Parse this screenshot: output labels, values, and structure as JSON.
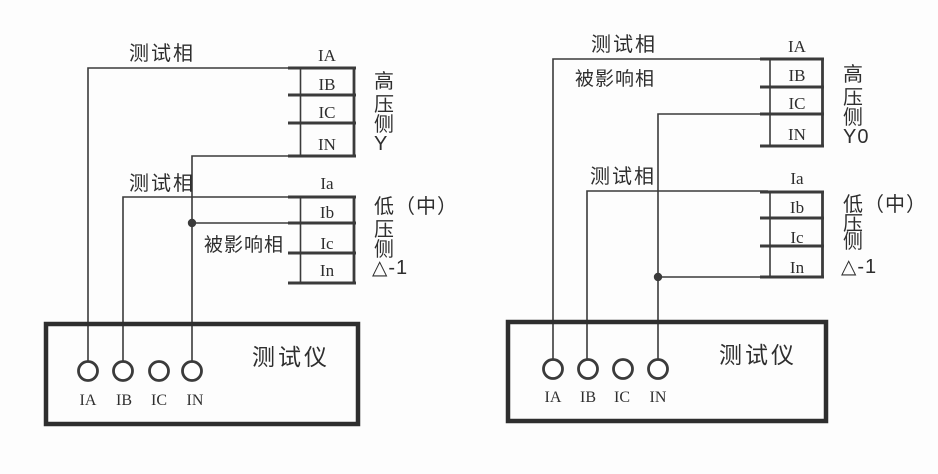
{
  "colors": {
    "line": "#3b3b3b",
    "text": "#2e2e2e",
    "box": "#2e2e2e",
    "bg": "#fdfdfd"
  },
  "diagrams": [
    {
      "id": "left",
      "labels": {
        "test_phase_top": "测试相",
        "test_phase_low": "测试相",
        "affected_phase": "被影响相"
      },
      "hv_block": {
        "terminals": [
          "IA",
          "IB",
          "IC",
          "IN"
        ],
        "side": [
          "高",
          "压",
          "侧",
          "Y"
        ]
      },
      "lv_block": {
        "terminals": [
          "Ia",
          "Ib",
          "Ic",
          "In"
        ],
        "side": [
          "低（中）",
          "压",
          "侧",
          "△-1"
        ]
      },
      "tester": {
        "label": "测试仪",
        "terminals": [
          "IA",
          "IB",
          "IC",
          "IN"
        ]
      }
    },
    {
      "id": "right",
      "labels": {
        "test_phase_top": "测试相",
        "test_phase_low": "测试相",
        "affected_phase": "被影响相"
      },
      "hv_block": {
        "terminals": [
          "IA",
          "IB",
          "IC",
          "IN"
        ],
        "side": [
          "高",
          "压",
          "侧",
          "Y0"
        ]
      },
      "lv_block": {
        "terminals": [
          "Ia",
          "Ib",
          "Ic",
          "In"
        ],
        "side": [
          "低（中）",
          "压",
          "侧",
          "△-1"
        ]
      },
      "tester": {
        "label": "测试仪",
        "terminals": [
          "IA",
          "IB",
          "IC",
          "IN"
        ]
      }
    }
  ]
}
